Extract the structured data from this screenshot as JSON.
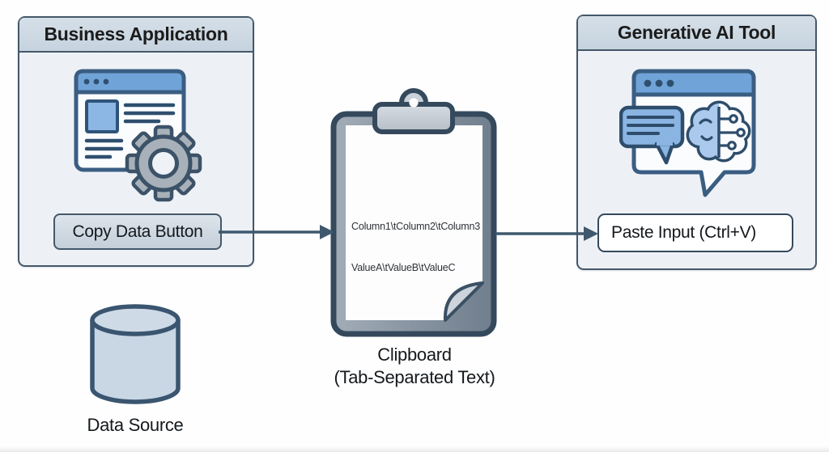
{
  "business_app": {
    "title": "Business Application",
    "button_label": "Copy Data Button"
  },
  "clipboard": {
    "content_line1": "Column1\\tColumn2\\tColumn3",
    "content_line2": "ValueA\\tValueB\\tValueC",
    "caption_line1": "Clipboard",
    "caption_line2": "(Tab-Separated Text)"
  },
  "generative_ai": {
    "title": "Generative AI Tool",
    "input_label": "Paste Input (Ctrl+V)"
  },
  "data_source": {
    "label": "Data Source"
  },
  "icons": {
    "left_panel": "app-window-with-gear",
    "right_panel": "chat-window-with-brain",
    "middle": "clipboard",
    "bottom_left": "database-cylinder"
  },
  "colors": {
    "panel_header_fill": "#ccd8e2",
    "panel_body_fill": "#edf1f6",
    "panel_border": "#44586a",
    "arrow": "#3f586d",
    "titlebar_blue": "#70a3d7",
    "accent_blue": "#8cb6e3",
    "clipboard_frame": "#8794a1",
    "database_fill": "#c9d6e4"
  }
}
